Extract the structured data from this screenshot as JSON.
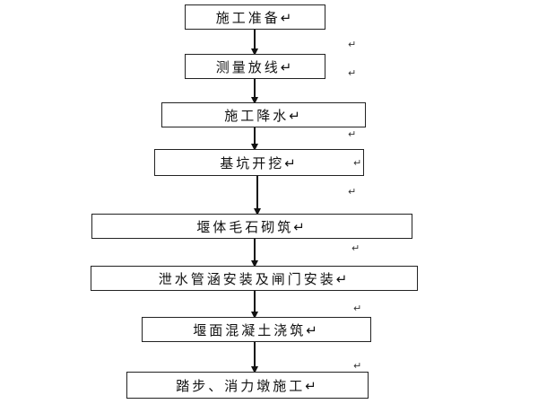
{
  "flowchart": {
    "steps": [
      {
        "label": "施工准备↵"
      },
      {
        "label": "测量放线↵"
      },
      {
        "label": "施工降水↵"
      },
      {
        "label": "基坑开挖↵"
      },
      {
        "label": "堰体毛石砌筑↵"
      },
      {
        "label": "泄水管涵安装及闸门安装↵"
      },
      {
        "label": "堰面混凝土浇筑↵"
      },
      {
        "label": "踏步、消力墩施工↵"
      }
    ],
    "paragraph_mark": "↵"
  }
}
